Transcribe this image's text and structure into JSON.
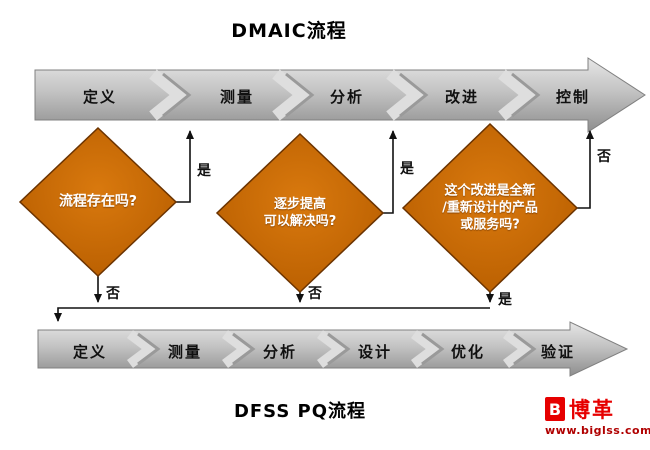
{
  "titles": {
    "top": "DMAIC流程",
    "bottom": "DFSS PQ流程"
  },
  "dmaic_band": {
    "labels": [
      "定义",
      "测量",
      "分析",
      "改进",
      "控制"
    ]
  },
  "dfss_band": {
    "labels": [
      "定义",
      "测量",
      "分析",
      "设计",
      "优化",
      "验证"
    ]
  },
  "diamonds": {
    "d1": {
      "lines": [
        "流程存在吗?"
      ]
    },
    "d2": {
      "lines": [
        "逐步提高",
        "可以解决吗?"
      ]
    },
    "d3": {
      "lines": [
        "这个改进是全新",
        "/重新设计的产品",
        "或服务吗?"
      ]
    }
  },
  "branch_labels": {
    "d1_yes": "是",
    "d1_no": "否",
    "d2_yes": "是",
    "d2_no": "否",
    "d3_no": "否",
    "d3_yes": "是"
  },
  "logo": {
    "mark": "B",
    "brand": "博革",
    "website": "www.biglss.com"
  },
  "colors": {
    "diamond_fill": "#c86a00",
    "band_gray": "#bdbdbd",
    "logo_red": "#e60000"
  }
}
